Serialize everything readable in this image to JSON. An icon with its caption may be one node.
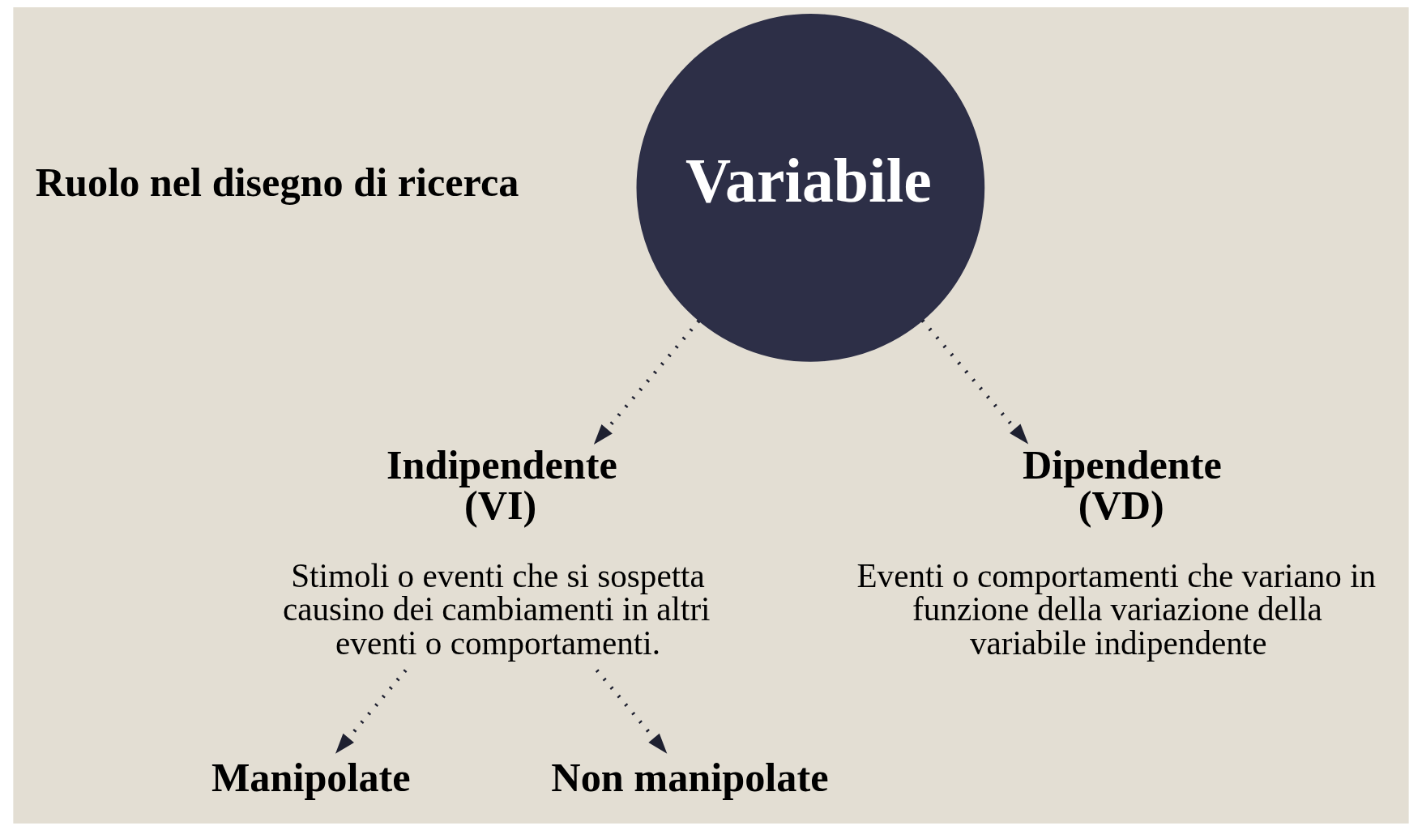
{
  "diagram": {
    "nodes": [
      {
        "text": [
          "Variabile"
        ]
      },
      {
        "text": [
          "Indipendente (VI)",
          "Stimoli o eventi che si sospetta causino dei cambiamenti in altri eventi o comportamenti."
        ]
      },
      {
        "text": [
          "Dipendente (VD)",
          "Eventi o comportamenti che variano in funzione della variazione della variabile indipendente"
        ]
      },
      {
        "text": [
          "Manipolate"
        ]
      },
      {
        "text": [
          "Non manipolate"
        ]
      }
    ],
    "edges": [
      {
        "from": 0,
        "to": 1,
        "arrow": "to"
      },
      {
        "from": 0,
        "to": 2,
        "arrow": "to"
      },
      {
        "from": 1,
        "to": 3,
        "arrow": "to"
      },
      {
        "from": 1,
        "to": 4,
        "arrow": "to"
      }
    ],
    "labels": [
      "Ruolo nel disegno di ricerca"
    ]
  }
}
